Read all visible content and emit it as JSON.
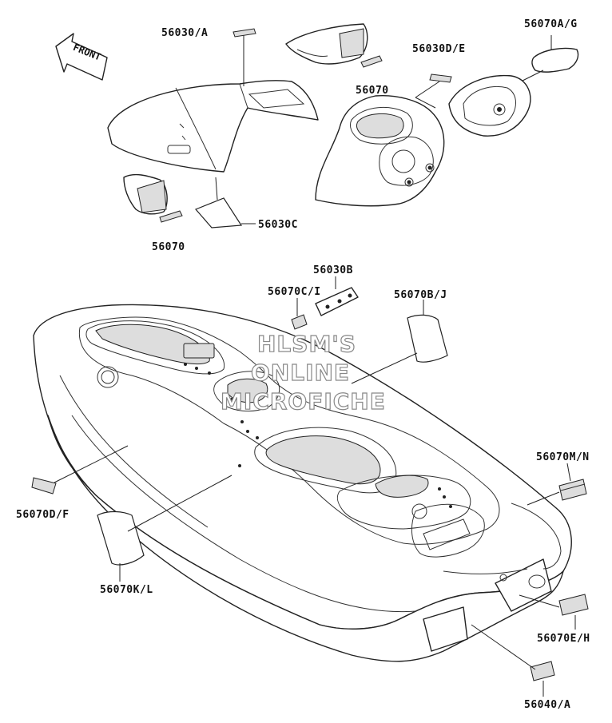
{
  "labels": {
    "p56030A": "56030/A",
    "p56070AG": "56070A/G",
    "p56030DE": "56030D/E",
    "p56070_top": "56070",
    "p56070_left": "56070",
    "p56030C": "56030C",
    "p56030B": "56030B",
    "p56070CI": "56070C/I",
    "p56070BJ": "56070B/J",
    "p56070MN": "56070M/N",
    "p56070DF": "56070D/F",
    "p56070KL": "56070K/L",
    "p56070EH": "56070E/H",
    "p56040A": "56040/A"
  },
  "front_arrow": {
    "text": "FRONT"
  },
  "watermark": {
    "line1": "HLSM'S",
    "line2": "ONLINE",
    "line3": "MICROFICHE"
  },
  "colors": {
    "ink": "#222222",
    "paper": "#ffffff",
    "watermark_outline": "#888888"
  }
}
